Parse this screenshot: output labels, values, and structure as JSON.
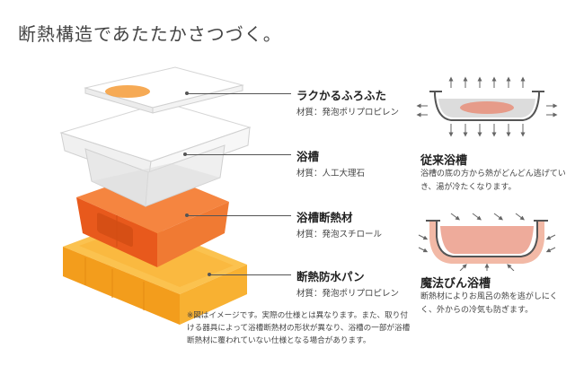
{
  "heading": "断熱構造であたたかさつづく。",
  "parts": [
    {
      "name": "ラクかるふろふた",
      "material": "材質：発泡ポリプロピレン"
    },
    {
      "name": "浴槽",
      "material": "材質：人工大理石"
    },
    {
      "name": "浴槽断熱材",
      "material": "材質：発泡スチロール"
    },
    {
      "name": "断熱防水パン",
      "material": "材質：発泡ポリプロピレン"
    }
  ],
  "note": "※図はイメージです。実際の仕様とは異なります。また、取り付ける器具によって浴槽断熱材の形状が異なり、浴槽の一部が浴槽断熱材に覆われていない仕様となる場合があります。",
  "comparison": {
    "conventional": {
      "title": "従来浴槽",
      "description": "浴槽の底の方から熱がどんどん逃げていき、湯が冷たくなります。"
    },
    "mahoubin": {
      "title": "魔法びん浴槽",
      "description": "断熱材によりお風呂の熱を逃がしにくく、外からの冷気も防ぎます。"
    }
  },
  "colors": {
    "pan_orange": "#f7a823",
    "insulation_orange": "#ee6a22",
    "tub_white": "#ffffff",
    "lid_highlight": "#f5a142",
    "hot_water": "#e88f7a"
  }
}
